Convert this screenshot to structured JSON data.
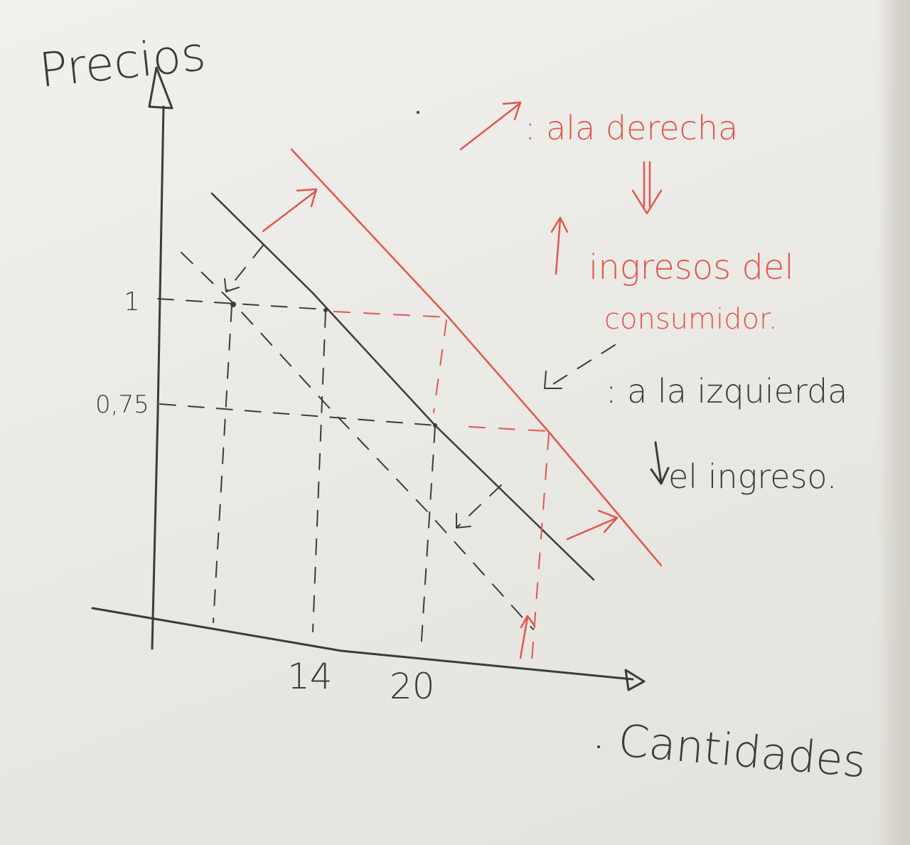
{
  "axes": {
    "y_label": "Precios",
    "x_label": "Cantidades"
  },
  "ticks": {
    "y_top": "1",
    "y_mid": "0,75",
    "x_left": "14",
    "x_right": "20"
  },
  "notes": {
    "right_line1": ": ala derecha",
    "right_line2": "ingresos del",
    "right_line3": "consumidor.",
    "left_line1": ": a la izquierda",
    "left_line2": "el ingreso."
  },
  "colors": {
    "ink": "#3b3b3b",
    "marker_red": "#e0564f",
    "board": "#ecebe6"
  }
}
